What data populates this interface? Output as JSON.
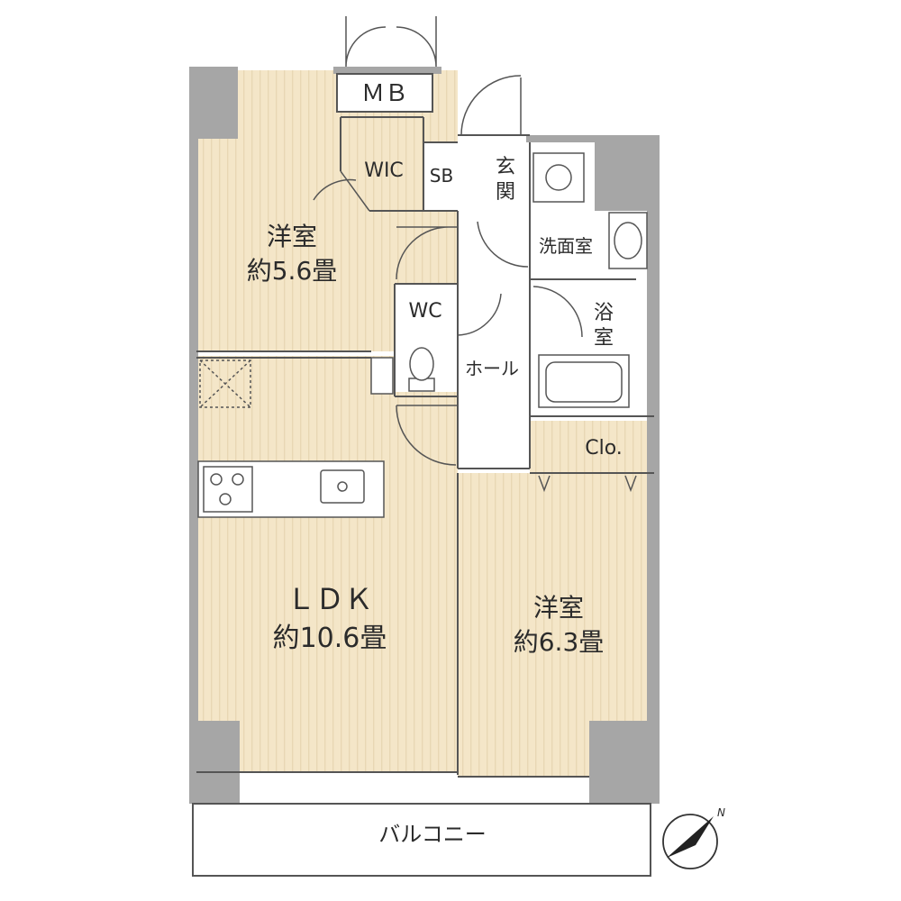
{
  "rooms": {
    "western_room_1": {
      "label": "洋室",
      "size": "約5.6畳"
    },
    "western_room_2": {
      "label": "洋室",
      "size": "約6.3畳"
    },
    "ldk": {
      "label": "ＬＤＫ",
      "size": "約10.6畳"
    },
    "mb": {
      "label": "ＭＢ"
    },
    "wic": {
      "label": "WIC"
    },
    "sb": {
      "label": "SB"
    },
    "entrance": {
      "label": "玄関",
      "chars": [
        "玄",
        "関"
      ]
    },
    "washroom": {
      "label": "洗面室"
    },
    "wc": {
      "label": "WC"
    },
    "bathroom": {
      "label": "浴室",
      "chars": [
        "浴",
        "室"
      ]
    },
    "hall": {
      "label": "ホール"
    },
    "closet": {
      "label": "Clo."
    },
    "balcony": {
      "label": "バルコニー"
    }
  },
  "compass": {
    "label": "N",
    "icon": "north-arrow-icon"
  },
  "colors": {
    "floor": "#f4e6c8",
    "floor_stripe": "#eadab8",
    "wall": "#a6a6a6",
    "line": "#555555",
    "background": "#ffffff"
  }
}
